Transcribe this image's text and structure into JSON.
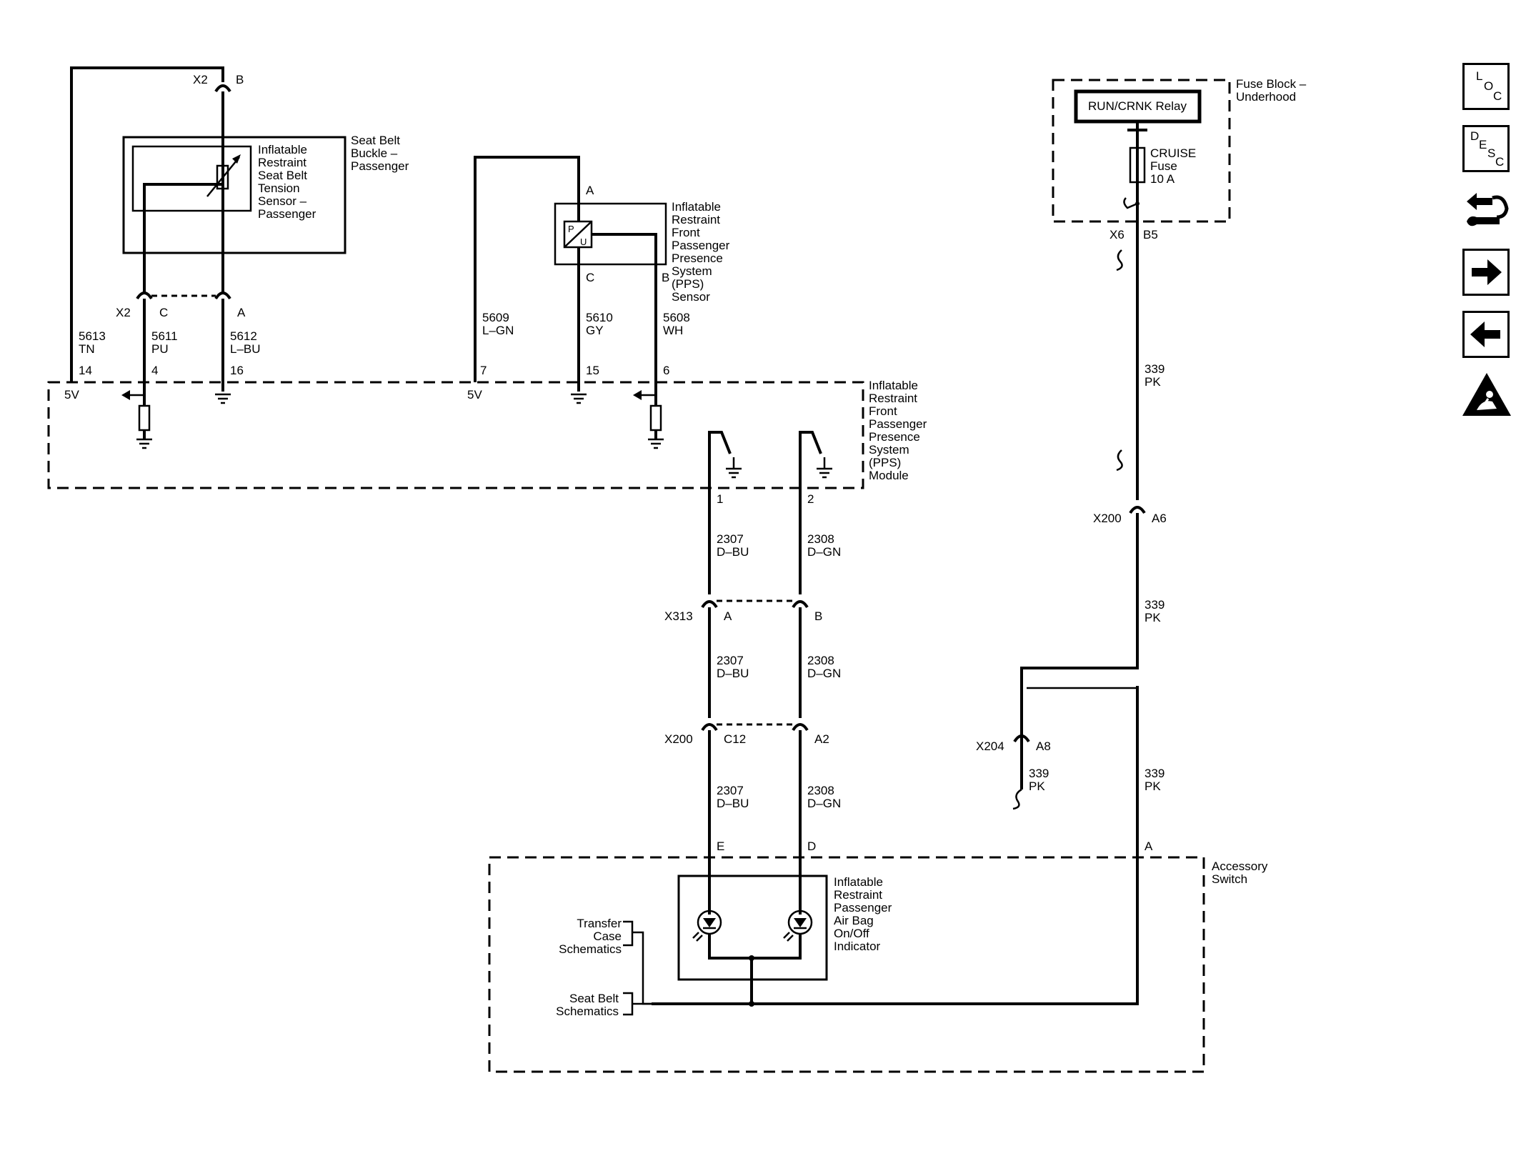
{
  "nav": {
    "loc": [
      "L",
      "O",
      "C"
    ],
    "desc": [
      "D",
      "E",
      "S",
      "C"
    ]
  },
  "labels": {
    "x2_top": "X2",
    "b_top": "B",
    "buckle_title": [
      "Seat Belt",
      "Buckle –",
      "Passenger"
    ],
    "tension_sensor": [
      "Inflatable",
      "Restraint",
      "Seat Belt",
      "Tension",
      "Sensor –",
      "Passenger"
    ],
    "x2_bottom": "X2",
    "pin_c_left": "C",
    "pin_a_left": "A",
    "pps_sensor": [
      "Inflatable",
      "Restraint",
      "Front",
      "Passenger",
      "Presence",
      "System",
      "(PPS)",
      "Sensor"
    ],
    "pps_pin_a": "A",
    "pps_pin_c": "C",
    "pps_pin_b": "B",
    "pps_p": "P",
    "pps_u": "U",
    "pps_module": [
      "Inflatable",
      "Restraint",
      "Front",
      "Passenger",
      "Presence",
      "System",
      "(PPS)",
      "Module"
    ],
    "fuse_block": [
      "Fuse Block –",
      "Underhood"
    ],
    "relay": "RUN/CRNK Relay",
    "fuse": [
      "CRUISE",
      "Fuse",
      "10 A"
    ],
    "x6": "X6",
    "b5": "B5",
    "accessory_switch": [
      "Accessory",
      "Switch"
    ],
    "airbag_indicator": [
      "Inflatable",
      "Restraint",
      "Passenger",
      "Air Bag",
      "On/Off",
      "Indicator"
    ],
    "transfer_case": [
      "Transfer",
      "Case",
      "Schematics"
    ],
    "seat_belt_sch": [
      "Seat Belt",
      "Schematics"
    ]
  },
  "wires": {
    "w5613": [
      "5613",
      "TN"
    ],
    "w5611": [
      "5611",
      "PU"
    ],
    "w5612": [
      "5612",
      "L–BU"
    ],
    "w5609": [
      "5609",
      "L–GN"
    ],
    "w5610": [
      "5610",
      "GY"
    ],
    "w5608": [
      "5608",
      "WH"
    ],
    "w2307a": [
      "2307",
      "D–BU"
    ],
    "w2308a": [
      "2308",
      "D–GN"
    ],
    "w2307b": [
      "2307",
      "D–BU"
    ],
    "w2308b": [
      "2308",
      "D–GN"
    ],
    "w2307c": [
      "2307",
      "D–BU"
    ],
    "w2308c": [
      "2308",
      "D–GN"
    ],
    "w339a": [
      "339",
      "PK"
    ],
    "w339b": [
      "339",
      "PK"
    ],
    "w339c": [
      "339",
      "PK"
    ],
    "w339d": [
      "339",
      "PK"
    ]
  },
  "pins": {
    "p14": "14",
    "p4": "4",
    "p16": "16",
    "p7": "7",
    "p15": "15",
    "p6": "6",
    "v5_left": "5V",
    "v5_mid": "5V",
    "p1": "1",
    "p2": "2",
    "x313": "X313",
    "x313_a": "A",
    "x313_b": "B",
    "x200_left": "X200",
    "x200_c12": "C12",
    "x200_a2": "A2",
    "pin_e": "E",
    "pin_d": "D",
    "pin_a_acc": "A",
    "x200_right": "X200",
    "x200_a6": "A6",
    "x204": "X204",
    "x204_a8": "A8"
  }
}
